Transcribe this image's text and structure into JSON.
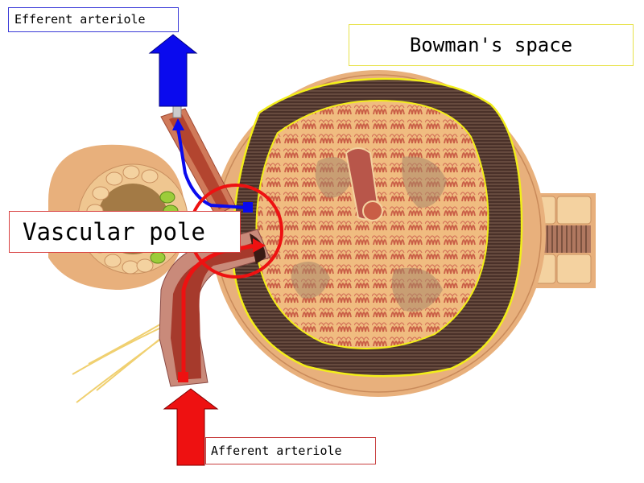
{
  "labels": {
    "efferent": "Efferent arteriole",
    "bowman": "Bowman's space",
    "vascular_pole": "Vascular pole",
    "afferent": "Afferent arteriole"
  },
  "colors": {
    "efferent_arrow": "#0a0aee",
    "afferent_arrow": "#ee1111",
    "bowman_outline": "#f2ee1a",
    "vascular_circle": "#ee1111",
    "capsule": "#e8b07c",
    "bowman_space": "#5a3f34",
    "tuft": "#f0bc80",
    "capillary": "#c95e46",
    "tubule_cell": "#f4d2a0",
    "macula_densa": "#9ccc3a",
    "nerve": "#f0d070"
  }
}
